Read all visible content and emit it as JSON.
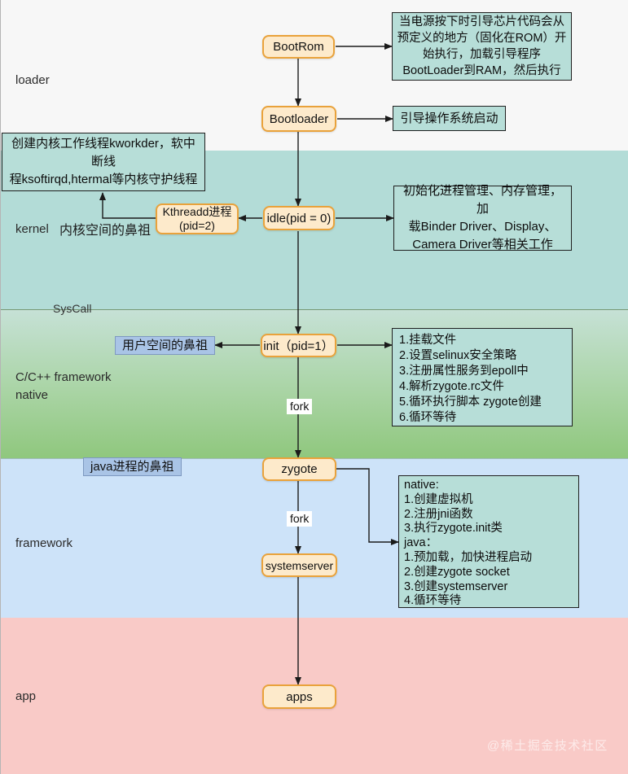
{
  "bands": [
    {
      "id": "loader",
      "label": "loader",
      "color": "#f7f7f7"
    },
    {
      "id": "kernel",
      "label": "kernel",
      "color": "#b3dcd7"
    },
    {
      "id": "native",
      "label": "C/C++ framework\nnative",
      "color_top": "#c6e1d6",
      "color_bottom": "#8fc77d"
    },
    {
      "id": "framework",
      "label": "framework",
      "color": "#cde3f9"
    },
    {
      "id": "app",
      "label": "app",
      "color": "#f9cac7"
    }
  ],
  "nodes": {
    "bootrom": "BootRom",
    "bootloader": "Bootloader",
    "kthreadd": "Kthreadd进程\n(pid=2)",
    "idle": "idle(pid = 0)",
    "init": "init（pid=1）",
    "zygote": "zygote",
    "systemserver": "systemserver",
    "apps": "apps"
  },
  "notes": {
    "bootrom": "当电源按下时引导芯片代码会从\n预定义的地方（固化在ROM）开\n始执行，加载引导程序\nBootLoader到RAM，然后执行",
    "bootloader": "引导操作系统启动",
    "kthreadd": "创建内核工作线程kworkder，软中断线\n程ksoftirqd,htermal等内核守护线程",
    "idle": "初始化进程管理、内存管理，加\n载Binder Driver、Display、\nCamera Driver等相关工作",
    "init": "1.挂载文件\n2.设置selinux安全策略\n3.注册属性服务到epoll中\n4.解析zygote.rc文件\n5.循环执行脚本 zygote创建\n6.循环等待",
    "zygote": "native:\n1.创建虚拟机\n2.注册jni函数\n3.执行zygote.init类\njava：\n1.预加载，加快进程启动\n2.创建zygote socket\n3.创建systemserver\n4.循环等待"
  },
  "labels": {
    "kernel_ancestor": "内核空间的鼻祖",
    "syscall": "SysCall",
    "user_ancestor": "用户空间的鼻祖",
    "java_ancestor": "java进程的鼻祖",
    "fork_init_zygote": "fork",
    "fork_zygote_systemserver": "fork",
    "watermark": "@稀土掘金技术社区"
  },
  "colors": {
    "node_fill": "#fdeacb",
    "node_border": "#e9a23b",
    "note_fill": "#b7ded8",
    "note_border": "#1f1f1f",
    "tag_fill": "#a9c4e6",
    "tag_border": "#7e99c0",
    "wire": "#1a1a1a"
  }
}
